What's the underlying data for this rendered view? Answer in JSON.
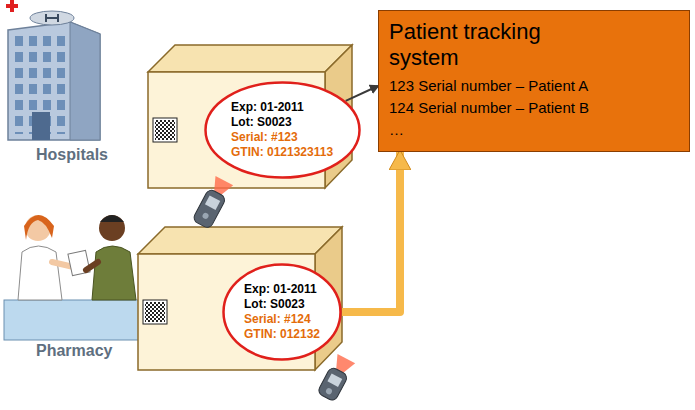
{
  "diagram": {
    "nodes": [
      {
        "text": [
          "Patient tracking system",
          "123 Serial number – Patient A",
          "124 Serial number – Patient B",
          "…"
        ]
      },
      {
        "text": [
          "Exp: 01-2011",
          "Lot: S0023",
          "Serial: #123",
          "GTIN: 0121323113"
        ]
      },
      {
        "text": [
          "Exp: 01-2011",
          "Lot: S0023",
          "Serial: #124",
          "GTIN: 012132"
        ]
      }
    ],
    "edges": [
      {
        "from": 1,
        "to": 0,
        "arrow": "to"
      },
      {
        "from": 2,
        "to": 0,
        "arrow": "to"
      }
    ],
    "labels": [
      "Hospitals",
      "Pharmacy"
    ]
  }
}
